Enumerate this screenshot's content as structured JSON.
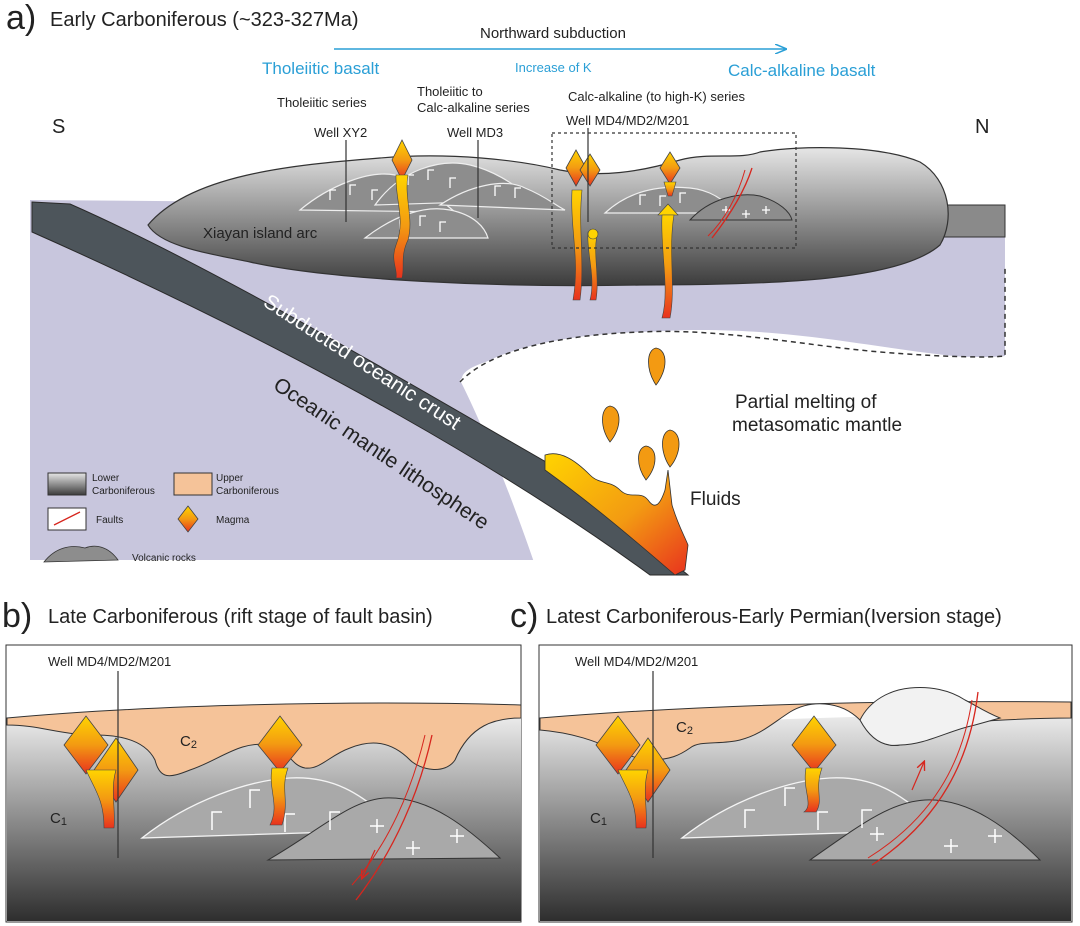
{
  "panel_a": {
    "letter": "a)",
    "title": "Early Carboniferous (~323-327Ma)",
    "subduction_label": "Northward subduction",
    "increase_label": "Increase of K",
    "left_basalt": "Tholeiitic  basalt",
    "right_basalt": "Calc-alkaline basalt",
    "south": "S",
    "north": "N",
    "series_1": "Tholeiitic  series",
    "series_2a": "Tholeiitic to",
    "series_2b": "Calc-alkaline series",
    "series_3": "Calc-alkaline (to high-K) series",
    "well_1": "Well XY2",
    "well_2": "Well MD3",
    "well_3": "Well MD4/MD2/M201",
    "arc_label": "Xiayan island arc",
    "crust_label": "Subducted oceanic crust",
    "mantle_label": "Oceanic mantle lithosphere",
    "melting_1": "Partial melting of",
    "melting_2": "metasomatic mantle",
    "fluids_label": "Fluids"
  },
  "legend": {
    "lower_1": "Lower",
    "lower_2": "Carboniferous",
    "upper_1": "Upper",
    "upper_2": "Carboniferous",
    "faults": "Faults",
    "magma": "Magma",
    "volcanic": "Volcanic rocks"
  },
  "panel_b": {
    "letter": "b)",
    "title": "Late Carboniferous (rift stage of fault basin)",
    "well": "Well MD4/MD2/M201",
    "c2": "C",
    "c2_sub": "2",
    "c1": "C",
    "c1_sub": "1"
  },
  "panel_c": {
    "letter": "c)",
    "title": "Latest Carboniferous-Early Permian(Iversion stage)",
    "well": "Well MD4/MD2/M201",
    "c2": "C",
    "c2_sub": "2",
    "c1": "C",
    "c1_sub": "1"
  },
  "colors": {
    "lower_carboniferous_dark": "#3a3a3a",
    "lower_carboniferous_light": "#dcdcdc",
    "upper_carboniferous": "#f5c399",
    "mantle": "#c8c6dd",
    "oceanic_crust": "#4d555b",
    "magma_yellow": "#ffd400",
    "magma_red": "#e8321e",
    "fault": "#d7261e",
    "accent_blue": "#2a9fd6"
  }
}
